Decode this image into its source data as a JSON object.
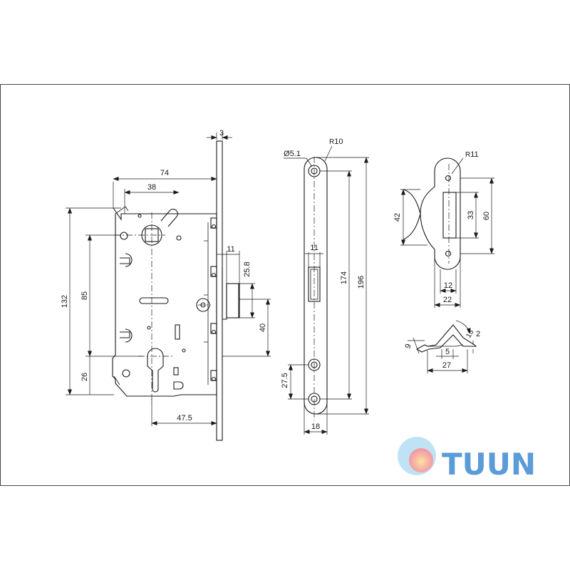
{
  "mortise_lock": {
    "faceplate_thickness": "3",
    "body_depth": "74",
    "spindle_backset": "38",
    "total_height": "132",
    "spindle_to_cylinder": "85",
    "cylinder_to_bottom": "26",
    "backset": "47.5",
    "latch_thickness": "11",
    "latch_height": "25.8",
    "latch_offset": "40"
  },
  "strike_plate": {
    "hole_diameter": "5.1",
    "radius": "10",
    "opening_width": "11",
    "hole_spacing": "174",
    "length": "196",
    "bottom_hole_offset": "27.5",
    "width": "18",
    "diameter_symbol": "Ø",
    "radius_prefix": "R"
  },
  "strike_box": {
    "radius": "11",
    "depth": "42",
    "opening_height": "33",
    "height": "60",
    "opening_width": "12",
    "width": "22",
    "wing_height": "9",
    "flange_thickness": "5",
    "bend_depth": "2",
    "bend_angle": "15",
    "total_width": "27"
  },
  "logo": {
    "text": "TUUN",
    "colors": {
      "letters": "#5b9bd8",
      "ring": "#a8d8f0",
      "core_pink": "#f6a6a0",
      "core_yellow": "#fce3a0"
    }
  }
}
